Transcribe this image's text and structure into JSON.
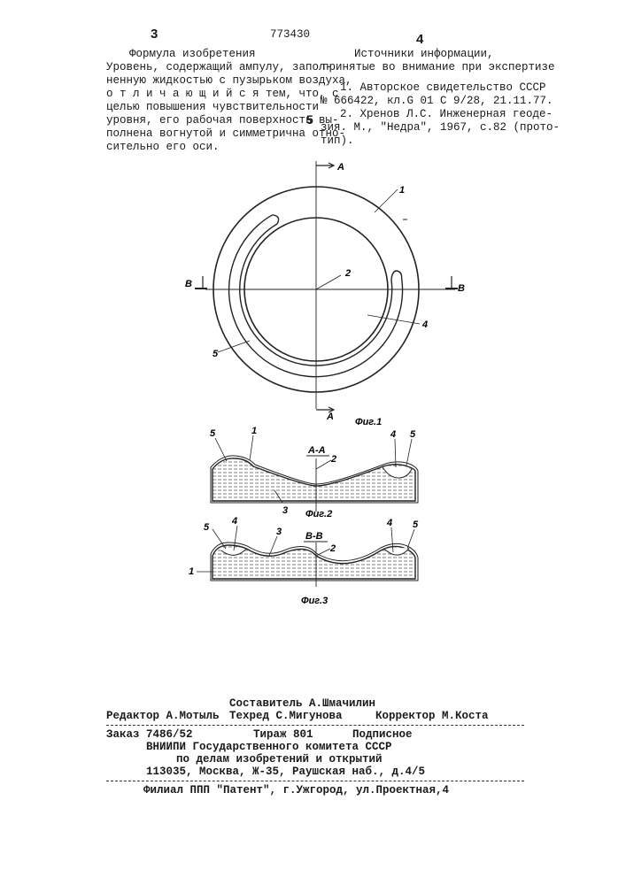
{
  "header": {
    "page_left": "3",
    "patent_number": "773430",
    "page_right": "4",
    "line_number": "5"
  },
  "claims": {
    "title": "Формула изобретения",
    "lines": [
      "Уровень, содержащий ампулу, запол-",
      "ненную жидкостью с пузырьком воздуха,",
      "о т л и ч а ю щ и й с я тем, что, с",
      "целью повышения чувствительности",
      "уровня, его рабочая поверхность вы-",
      "полнена вогнутой и симметрична отно-",
      "сительно его оси."
    ]
  },
  "sources": {
    "title_line1": "Источники информации,",
    "title_line2": "принятые во внимание при экспертизе",
    "lines": [
      "1. Авторское свидетельство СССР",
      "№ 666422, кл.G 01 С 9/28, 21.11.77.",
      "2. Хренов Л.С. Инженерная геоде-",
      "зия. М., \"Недра\", 1967, с.82 (прото-",
      "тип)."
    ]
  },
  "figures": {
    "fig1_caption": "Фиг.1",
    "fig2_caption": "Фиг.2",
    "fig3_caption": "Фиг.3",
    "section_aa": "А-А",
    "section_bb": "В-В",
    "marker_a": "А",
    "marker_b": "В",
    "labels": [
      "1",
      "2",
      "3",
      "4",
      "5"
    ]
  },
  "imprint": {
    "compiler": "Составитель А.Шмачилин",
    "editor": "Редактор А.Мотыль",
    "techred": "Техред С.Мигунова",
    "corrector": "Корректор М.Коста",
    "order": "Заказ 7486/52",
    "circulation": "Тираж 801",
    "subscription": "Подписное",
    "org_line1": "ВНИИПИ Государственного комитета СССР",
    "org_line2": "по делам изобретений и открытий",
    "org_line3": "113035, Москва, Ж-35, Раушская наб., д.4/5",
    "branch": "Филиал ППП \"Патент\", г.Ужгород, ул.Проектная,4"
  }
}
